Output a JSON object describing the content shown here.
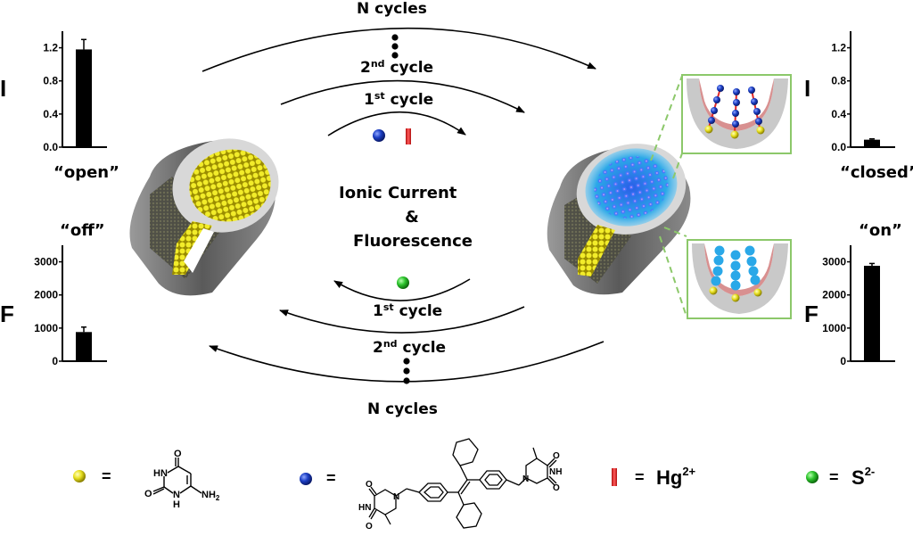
{
  "cycles": {
    "top": {
      "n_label": "N cycles",
      "second": {
        "num": "2",
        "sup": "nd",
        "word": "cycle"
      },
      "first": {
        "num": "1",
        "sup": "st",
        "word": "cycle"
      }
    },
    "bottom": {
      "n_label": "N cycles",
      "second": {
        "num": "2",
        "sup": "nd",
        "word": "cycle"
      },
      "first": {
        "num": "1",
        "sup": "st",
        "word": "cycle"
      }
    }
  },
  "center": {
    "line1": "Ionic Current",
    "line2": "&",
    "line3": "Fluorescence"
  },
  "states": {
    "left_current": "“open”",
    "left_fluor": "“off”",
    "right_current": "“closed”",
    "right_fluor": "“on”"
  },
  "axis_letters": {
    "current": "I",
    "fluorescence": "F"
  },
  "legend": {
    "equals": "=",
    "yellow_sphere": "6-aminouracil (grafted in channel)",
    "blue_sphere": "TPE-bis(thymine) probe",
    "red_bar_ion": "Hg",
    "red_bar_charge": "2+",
    "green_sphere_ion": "S",
    "green_sphere_charge": "2-",
    "chem_labels": {
      "aminouracil": {
        "o_top": "O",
        "hn": "HN",
        "o_left": "O",
        "nh_bottom": "N",
        "h_bottom": "H",
        "nh2": "NH",
        "nh2_sub": "2"
      },
      "tpe": {
        "o": "O",
        "n": "N",
        "hn": "HN",
        "nh": "NH"
      }
    }
  },
  "colors": {
    "yellow": "#e8e020",
    "blue": "#1c3fc4",
    "red": "#e02828",
    "green": "#2ec52e",
    "cyan": "#2aa8e8",
    "frame_green": "#8cc86a",
    "pink_wall": "#d89090"
  },
  "chart_data": [
    {
      "type": "bar",
      "title": "“open”",
      "ylabel": "I",
      "categories": [
        ""
      ],
      "values": [
        1.18
      ],
      "error": [
        0.12
      ],
      "ylim": [
        0,
        1.4
      ],
      "yticks": [
        0.0,
        0.4,
        0.8,
        1.2
      ],
      "ytick_labels": [
        "0.0",
        "0.4",
        "0.8",
        "1.2"
      ],
      "grid": false
    },
    {
      "type": "bar",
      "title": "“off”",
      "ylabel": "F",
      "categories": [
        ""
      ],
      "values": [
        880
      ],
      "error": [
        150
      ],
      "ylim": [
        0,
        3500
      ],
      "yticks": [
        0,
        1000,
        2000,
        3000
      ],
      "ytick_labels": [
        "0",
        "1000",
        "2000",
        "3000"
      ],
      "grid": false
    },
    {
      "type": "bar",
      "title": "“closed”",
      "ylabel": "I",
      "categories": [
        ""
      ],
      "values": [
        0.09
      ],
      "error": [
        0.01
      ],
      "ylim": [
        0,
        1.4
      ],
      "yticks": [
        0.0,
        0.4,
        0.8,
        1.2
      ],
      "ytick_labels": [
        "0.0",
        "0.4",
        "0.8",
        "1.2"
      ],
      "grid": false
    },
    {
      "type": "bar",
      "title": "“on”",
      "ylabel": "F",
      "categories": [
        ""
      ],
      "values": [
        2880
      ],
      "error": [
        70
      ],
      "ylim": [
        0,
        3500
      ],
      "yticks": [
        0,
        1000,
        2000,
        3000
      ],
      "ytick_labels": [
        "0",
        "1000",
        "2000",
        "3000"
      ],
      "grid": false
    }
  ]
}
